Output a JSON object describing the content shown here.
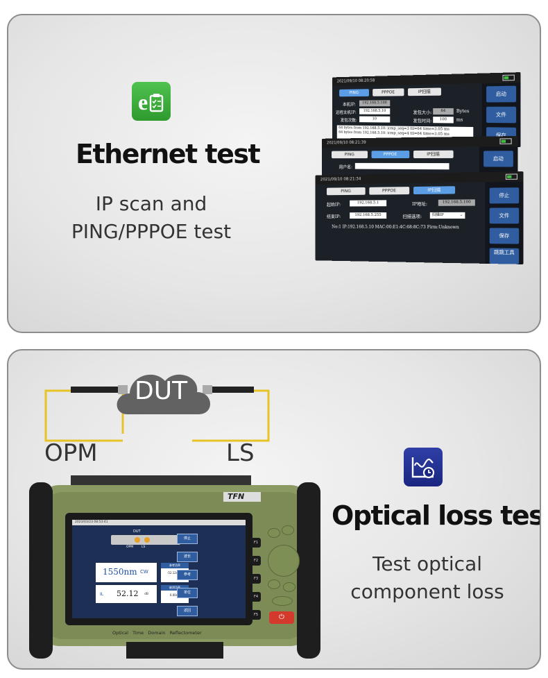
{
  "colors": {
    "accent_green": "#3aa53a",
    "accent_navy": "#1f2f8f",
    "cable_yellow": "#e8c326",
    "device_green": "#8b9a63",
    "screen_blue": "#2f5d9f"
  },
  "ethernet": {
    "icon": "ethernet-clipboard-icon",
    "title": "Ethernet test",
    "subtitle_line1": "IP scan and",
    "subtitle_line2": "PING/PPPOE test",
    "screen_ping": {
      "timestamp": "2021/09/10 08:20:58",
      "battery": "37%",
      "tabs": [
        "PING",
        "PPPOE",
        "IP扫描"
      ],
      "local_ip_label": "本机IP:",
      "local_ip": "192.168.5.100",
      "remote_ip_label": "远程主机IP:",
      "remote_ip": "192.168.5.10",
      "count_label": "发包次数:",
      "count": "10",
      "size_label": "发包大小:",
      "size": "64",
      "size_unit": "Bytes",
      "interval_label": "发包时间:",
      "interval": "100",
      "interval_unit": "ms",
      "log": [
        "64 bytes from 192.168.5.10: icmp_seq=3 ttl=64 time=3.05 ms",
        "64 bytes from 192.168.5.10: icmp_seq=4 ttl=64 time=3.05 ms"
      ],
      "side": [
        "启动",
        "文件",
        "保存"
      ]
    },
    "screen_pppoe": {
      "timestamp": "2021/09/10 08:21:39",
      "battery": "37%",
      "tabs": [
        "PING",
        "PPPOE",
        "IP扫描"
      ],
      "user_label": "用户名:",
      "side": [
        "启动"
      ]
    },
    "screen_scan": {
      "timestamp": "2021/09/10 08:21:34",
      "battery": "37%",
      "tabs": [
        "PING",
        "PPPOE",
        "IP扫描"
      ],
      "start_ip_label": "起始IP:",
      "start_ip": "192.168.5.1",
      "end_ip_label": "结束IP:",
      "end_ip": "192.168.5.255",
      "ip_addr_label": "IP地址:",
      "ip_addr": "192.168.5.100",
      "option_label": "扫描选项:",
      "option": "扫描IP",
      "result": "No:1   IP:192.168.5.10     MAC:00:E1:4C:68:8C:73    Firm:Unknown",
      "side": [
        "停止",
        "文件",
        "保存",
        "跳跳工具"
      ]
    }
  },
  "optical": {
    "icon": "chart-clock-icon",
    "title": "Optical loss test",
    "subtitle_line1": "Test optical",
    "subtitle_line2": "component loss",
    "dut_label": "DUT",
    "opm_label": "OPM",
    "ls_label": "LS",
    "brand": "TFN",
    "footer_text": "Optical   Time   Domain   Reflectometer",
    "device_screen": {
      "timestamp": "2023/03/23 08:53:41",
      "dut_text": "DUT",
      "opm_text": "OPM",
      "ls_text": "LS",
      "wavelength": "1550nm",
      "mode": "CW",
      "il_label": "IL",
      "il_value": "52.12",
      "il_unit": "dB",
      "ref_label": "参考功率",
      "ref_value": "-52.12dBm",
      "meas_label": "被测功率",
      "meas_value": "0.00dB",
      "side": [
        "停止",
        "波长",
        "参考",
        "单位",
        "返回"
      ]
    },
    "fkeys": [
      "F1",
      "F2",
      "F3",
      "F4",
      "F5"
    ]
  }
}
